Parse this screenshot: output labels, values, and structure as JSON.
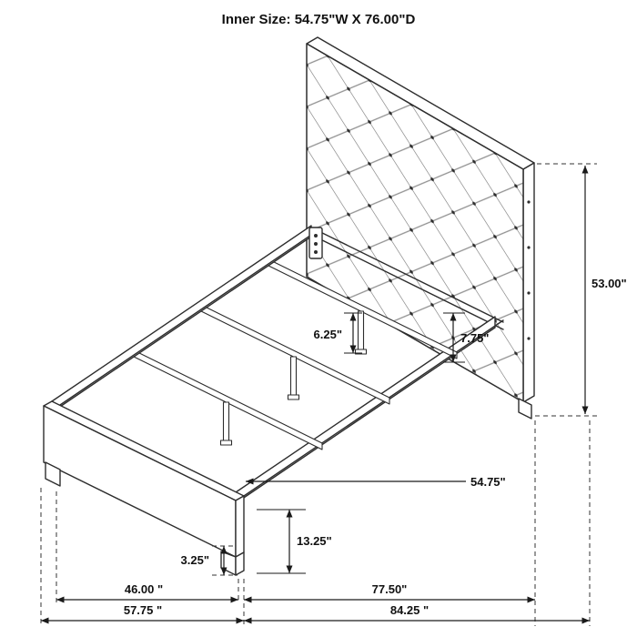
{
  "title": "Inner Size: 54.75\"W X 76.00\"D",
  "dimensions": {
    "headboard_height": "53.00\"",
    "rail_height": "7.75\"",
    "center_leg_height": "6.25\"",
    "inner_width": "54.75\"",
    "footboard_height": "13.25\"",
    "foot_leg_height": "3.25\"",
    "base_width_inner": "46.00 \"",
    "base_width_outer": "57.75 \"",
    "base_depth_inner": "77.50\"",
    "base_depth_outer": "84.25 \""
  },
  "colors": {
    "line": "#2d2d2d",
    "dimension": "#1a1a1a",
    "background": "#ffffff"
  }
}
